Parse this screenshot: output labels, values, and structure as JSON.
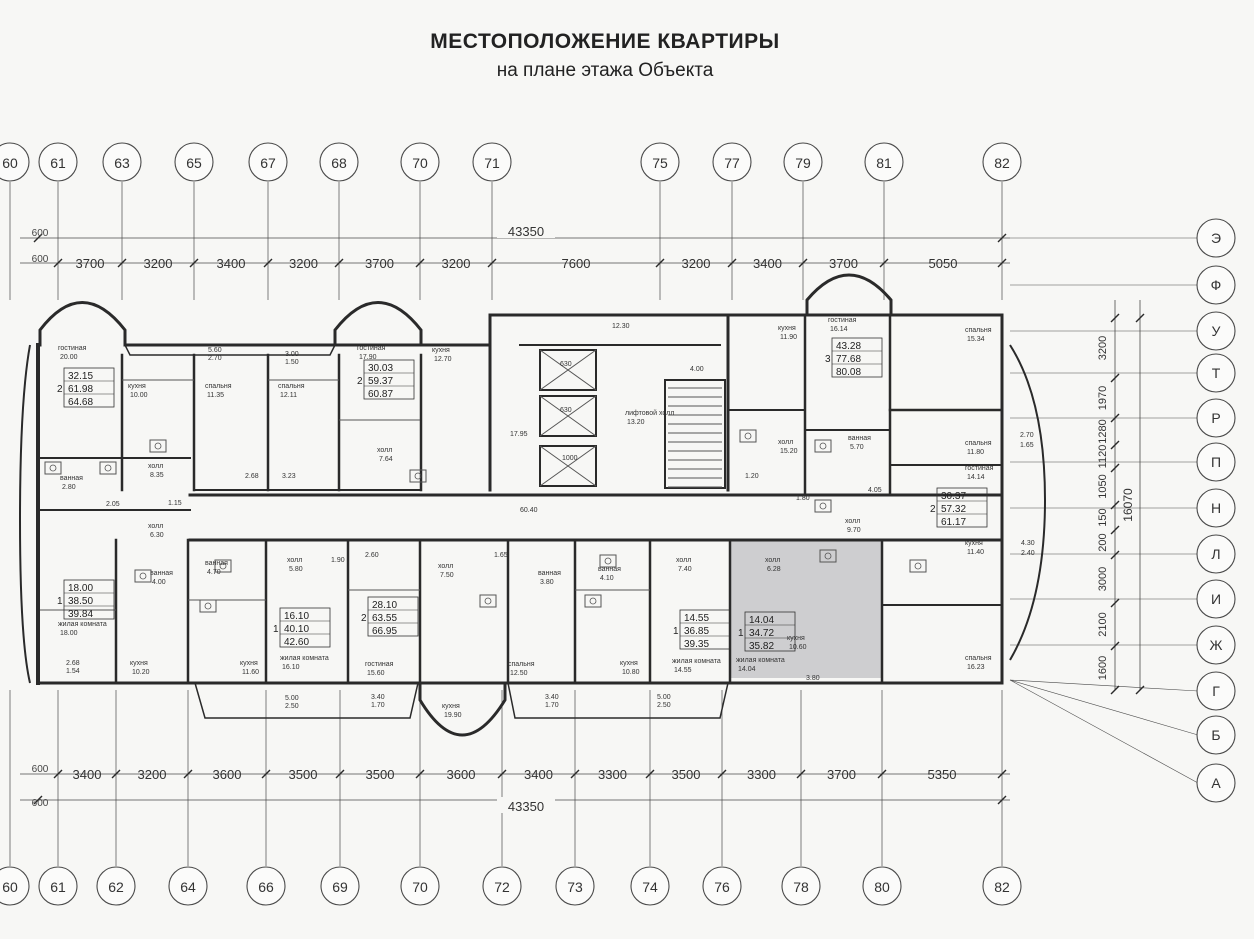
{
  "header": {
    "title": "МЕСТОПОЛОЖЕНИЕ КВАРТИРЫ",
    "subtitle": "на плане этажа Объекта"
  },
  "axes": {
    "top_labels": [
      "60",
      "61",
      "63",
      "65",
      "67",
      "68",
      "70",
      "71",
      "75",
      "77",
      "79",
      "81",
      "82"
    ],
    "bottom_labels": [
      "60",
      "61",
      "62",
      "64",
      "66",
      "69",
      "70",
      "72",
      "73",
      "74",
      "76",
      "78",
      "80",
      "82"
    ],
    "right_labels": [
      "Э",
      "Ф",
      "У",
      "Т",
      "Р",
      "П",
      "Н",
      "Л",
      "И",
      "Ж",
      "Г",
      "Б",
      "А"
    ]
  },
  "dimensions": {
    "total": "43350",
    "offset": "600",
    "top_chain": [
      "3700",
      "3200",
      "3400",
      "3200",
      "3700",
      "3200",
      "7600",
      "3200",
      "3400",
      "3700",
      "5050"
    ],
    "bottom_chain": [
      "3400",
      "3200",
      "3600",
      "3500",
      "3500",
      "3600",
      "3400",
      "3300",
      "3500",
      "3300",
      "3700",
      "5350"
    ],
    "right_chain": [
      "3200",
      "1970",
      "1280",
      "1120",
      "1050",
      "150",
      "200",
      "3000",
      "2100",
      "1600"
    ],
    "right_total": "16070"
  },
  "apartments": [
    {
      "rooms": "2",
      "living": "32.15",
      "total": "61.98",
      "total_balcony": "64.68"
    },
    {
      "rooms": "2",
      "living": "30.03",
      "total": "59.37",
      "total_balcony": "60.87"
    },
    {
      "rooms": "3",
      "living": "43.28",
      "total": "77.68",
      "total_balcony": "80.08"
    },
    {
      "rooms": "2",
      "living": "30.37",
      "total": "57.32",
      "total_balcony": "61.17"
    },
    {
      "rooms": "1",
      "living": "18.00",
      "total": "38.50",
      "total_balcony": "39.84"
    },
    {
      "rooms": "1",
      "living": "16.10",
      "total": "40.10",
      "total_balcony": "42.60"
    },
    {
      "rooms": "2",
      "living": "28.10",
      "total": "63.55",
      "total_balcony": "66.95"
    },
    {
      "rooms": "1",
      "living": "14.55",
      "total": "36.85",
      "total_balcony": "39.35"
    },
    {
      "rooms": "1",
      "living": "14.04",
      "total": "34.72",
      "total_balcony": "35.82"
    }
  ],
  "rooms": [
    {
      "name": "гостиная",
      "area": "20.00"
    },
    {
      "name": "кухня",
      "area": "10.00"
    },
    {
      "name": "спальня",
      "area": "11.35"
    },
    {
      "name": "спальня",
      "area": "12.11"
    },
    {
      "name": "гостиная",
      "area": "17.90"
    },
    {
      "name": "кухня",
      "area": "12.70"
    },
    {
      "name": "холл",
      "area": "7.64"
    },
    {
      "name": "холл",
      "area": "8.35"
    },
    {
      "name": "ванная",
      "area": "2.80"
    },
    {
      "name": "кухня",
      "area": "11.90"
    },
    {
      "name": "гостиная",
      "area": "16.14"
    },
    {
      "name": "спальня",
      "area": "15.34"
    },
    {
      "name": "холл",
      "area": "15.20"
    },
    {
      "name": "ванная",
      "area": "5.70"
    },
    {
      "name": "спальня",
      "area": "11.80"
    },
    {
      "name": "гостиная",
      "area": "14.14"
    },
    {
      "name": "холл",
      "area": "9.70"
    },
    {
      "name": "лифтовой холл",
      "area": "13.20"
    },
    {
      "name": "холл",
      "area": "6.30"
    },
    {
      "name": "ванная",
      "area": "4.00"
    },
    {
      "name": "жилая комната",
      "area": "18.00"
    },
    {
      "name": "кухня",
      "area": "10.20"
    },
    {
      "name": "ванная",
      "area": "4.70"
    },
    {
      "name": "холл",
      "area": "5.80"
    },
    {
      "name": "кухня",
      "area": "11.60"
    },
    {
      "name": "жилая комната",
      "area": "16.10"
    },
    {
      "name": "гостиная",
      "area": "15.60"
    },
    {
      "name": "холл",
      "area": "7.50"
    },
    {
      "name": "ванная",
      "area": "3.80"
    },
    {
      "name": "кухня",
      "area": "19.90"
    },
    {
      "name": "спальня",
      "area": "12.50"
    },
    {
      "name": "ванная",
      "area": "4.10"
    },
    {
      "name": "холл",
      "area": "7.40"
    },
    {
      "name": "кухня",
      "area": "10.80"
    },
    {
      "name": "жилая комната",
      "area": "14.55"
    },
    {
      "name": "холл",
      "area": "6.28"
    },
    {
      "name": "кухня",
      "area": "10.60"
    },
    {
      "name": "жилая комната",
      "area": "14.04"
    },
    {
      "name": "кухня",
      "area": "11.40"
    },
    {
      "name": "спальня",
      "area": "16.23"
    }
  ],
  "numbers": [
    "12.30",
    "4.00",
    "17.95",
    "60.40",
    "630",
    "630",
    "1000",
    "5.60",
    "2.70",
    "3.00",
    "1.50",
    "2.68",
    "3.23",
    "2.05",
    "1.15",
    "1.90",
    "2.60",
    "1.65",
    "1.20",
    "1.80",
    "4.05",
    "2.68",
    "1.54",
    "5.00",
    "2.50",
    "3.40",
    "1.70",
    "3.40",
    "1.70",
    "5.00",
    "2.50",
    "2.70",
    "1.65",
    "4.30",
    "2.40",
    "3.80"
  ],
  "colors": {
    "highlight": "#c9c9cc",
    "line": "#4a4a4a",
    "wall": "#2a2a2a",
    "background": "#f7f7f5"
  }
}
